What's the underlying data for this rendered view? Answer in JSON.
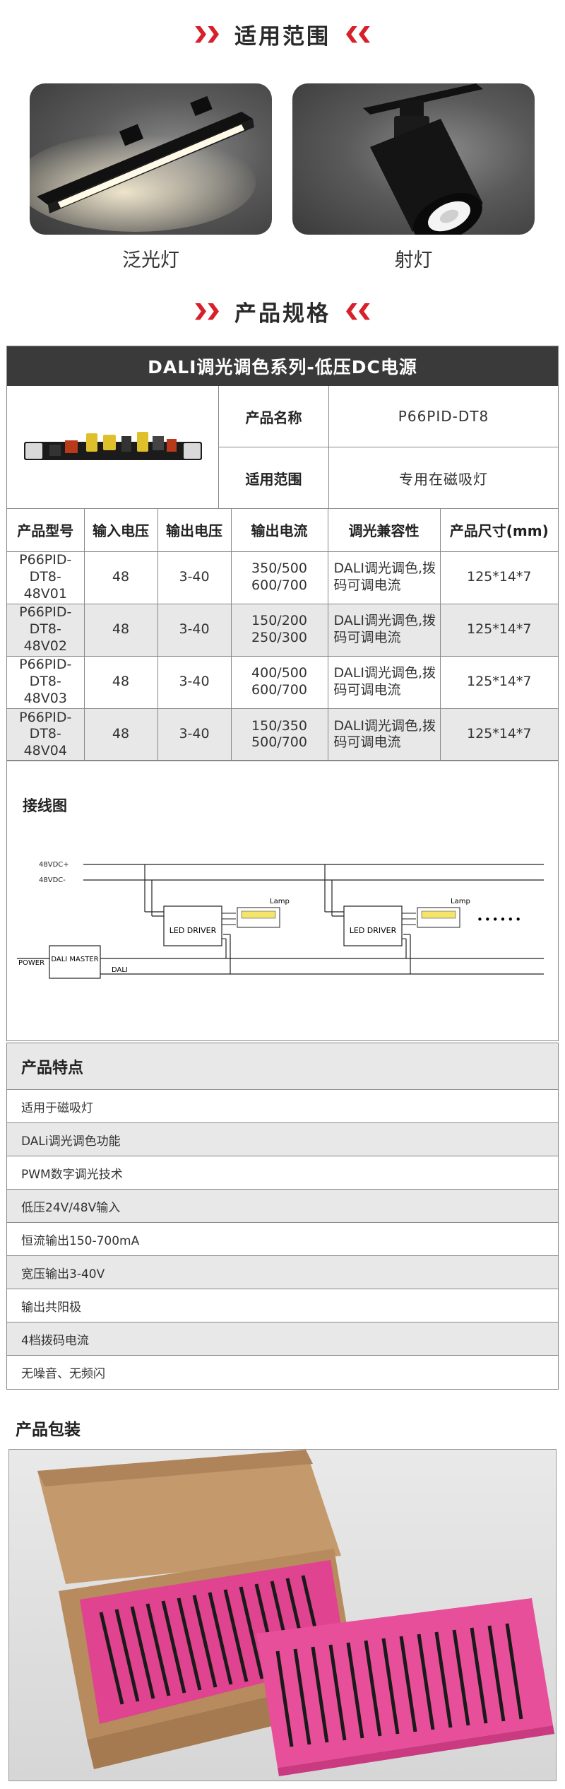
{
  "sections": {
    "applications_title": "适用范围",
    "specs_title": "产品规格"
  },
  "applications": [
    {
      "label": "泛光灯",
      "icon": "linear-flood-light"
    },
    {
      "label": "射灯",
      "icon": "track-spot-light"
    }
  ],
  "spec": {
    "title": "DALI调光调色系列-低压DC电源",
    "name_key": "产品名称",
    "name_value": "P66PID-DT8",
    "scope_key": "适用范围",
    "scope_value": "专用在磁吸灯"
  },
  "models": {
    "headers": [
      "产品型号",
      "输入电压",
      "输出电压",
      "输出电流",
      "调光兼容性",
      "产品尺寸(mm)"
    ],
    "rows": [
      {
        "model": "P66PID-DT8-48V01",
        "vin": "48",
        "vout": "3-40",
        "current": "350/500 600/700",
        "compat": "DALI调光调色,拨码可调电流",
        "size": "125*14*7"
      },
      {
        "model": "P66PID-DT8-48V02",
        "vin": "48",
        "vout": "3-40",
        "current": "150/200 250/300",
        "compat": "DALI调光调色,拨码可调电流",
        "size": "125*14*7"
      },
      {
        "model": "P66PID-DT8-48V03",
        "vin": "48",
        "vout": "3-40",
        "current": "400/500 600/700",
        "compat": "DALI调光调色,拨码可调电流",
        "size": "125*14*7"
      },
      {
        "model": "P66PID-DT8-48V04",
        "vin": "48",
        "vout": "3-40",
        "current": "150/350 500/700",
        "compat": "DALI调光调色,拨码可调电流",
        "size": "125*14*7"
      }
    ]
  },
  "wiring": {
    "title": "接线图",
    "v_plus": "48VDC+",
    "v_minus": "48VDC-",
    "power": "POWER",
    "master": "DALI MASTER",
    "dali": "DALI",
    "driver": "LED DRIVER",
    "lamp": "Lamp",
    "ellipsis": "••••••"
  },
  "features": {
    "title": "产品特点",
    "items": [
      "适用于磁吸灯",
      "DALi调光调色功能",
      "PWM数字调光技术",
      "低压24V/48V输入",
      "恒流输出150-700mA",
      "宽压输出3-40V",
      "输出共阳极",
      "4档拨码电流",
      "无噪音、无频闪"
    ]
  },
  "packaging": {
    "title": "产品包装"
  },
  "colors": {
    "accent": "#d8202a",
    "header_dark": "#3a3a3a",
    "stripe": "#e8e8e8",
    "foam": "#e0438f",
    "cardboard": "#c49a6c"
  }
}
